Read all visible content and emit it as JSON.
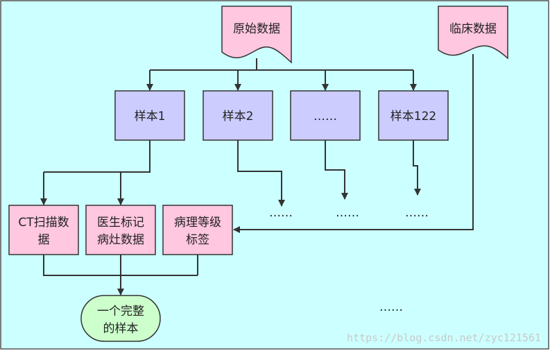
{
  "colors": {
    "background": "#ccffff",
    "document_fill": "#ffc7e0",
    "sample_fill": "#ccccff",
    "data_fill": "#ffc7e0",
    "result_fill": "#ccffcc",
    "stroke": "#333333"
  },
  "nodes": {
    "raw_data": "原始数据",
    "clinical_data": "临床数据",
    "sample_1": "样本1",
    "sample_2": "样本2",
    "sample_more": "……",
    "sample_122": "样本122",
    "ct_scan": [
      "CT扫描数",
      "据"
    ],
    "lesion": [
      "医生标记",
      "病灶数据"
    ],
    "pathology": [
      "病理等级",
      "标签"
    ],
    "complete_sample": [
      "一个完整",
      "的样本"
    ]
  },
  "ellipses": {
    "after_sample_2": "……",
    "after_sample_more": "……",
    "after_sample_122": "……",
    "more_complete_samples": "……"
  },
  "watermark": "https://blog.csdn.net/zyc121561"
}
